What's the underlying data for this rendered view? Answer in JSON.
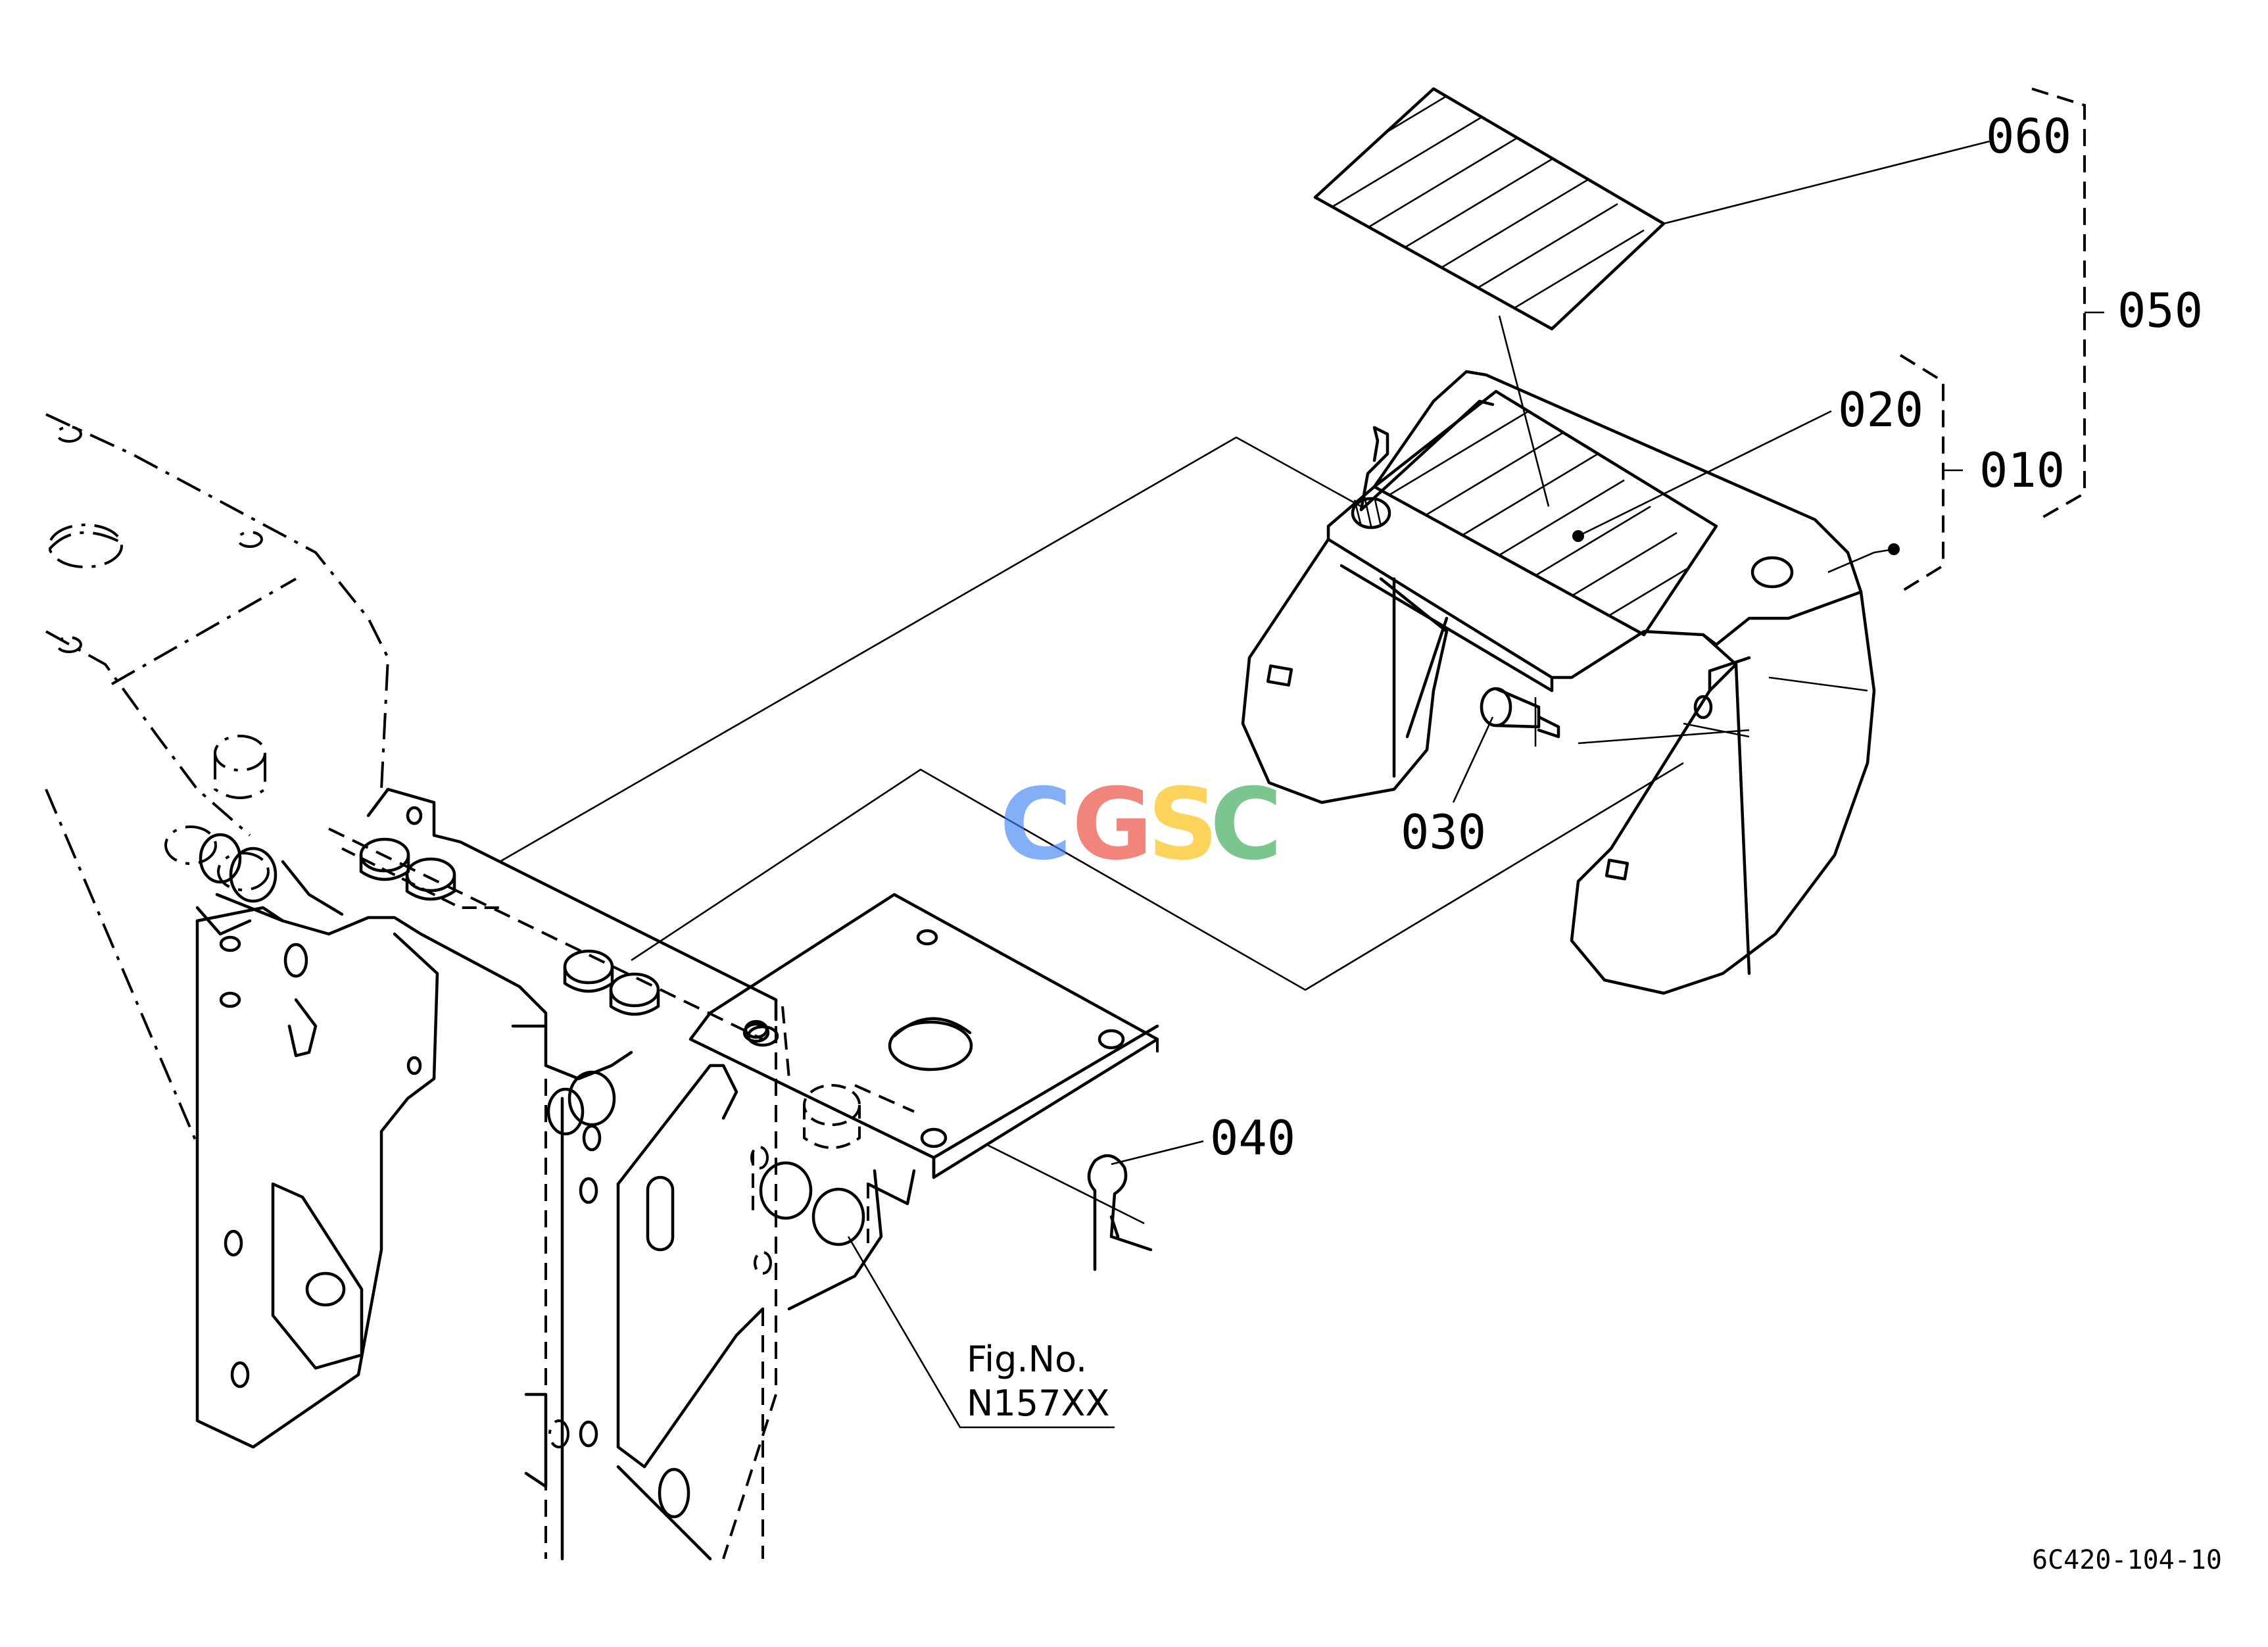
{
  "callouts": {
    "p060": "060",
    "p050": "050",
    "p020": "020",
    "p010": "010",
    "p030": "030",
    "p040": "040"
  },
  "figure_ref": {
    "line1": "Fig.No.",
    "line2": "N157XX"
  },
  "drawing_code": "6C420-104-10",
  "watermark": {
    "letters": [
      "C",
      "G",
      "S",
      "C"
    ],
    "colors": [
      "#4285F4",
      "#EA4335",
      "#FBBC05",
      "#34A853"
    ]
  }
}
